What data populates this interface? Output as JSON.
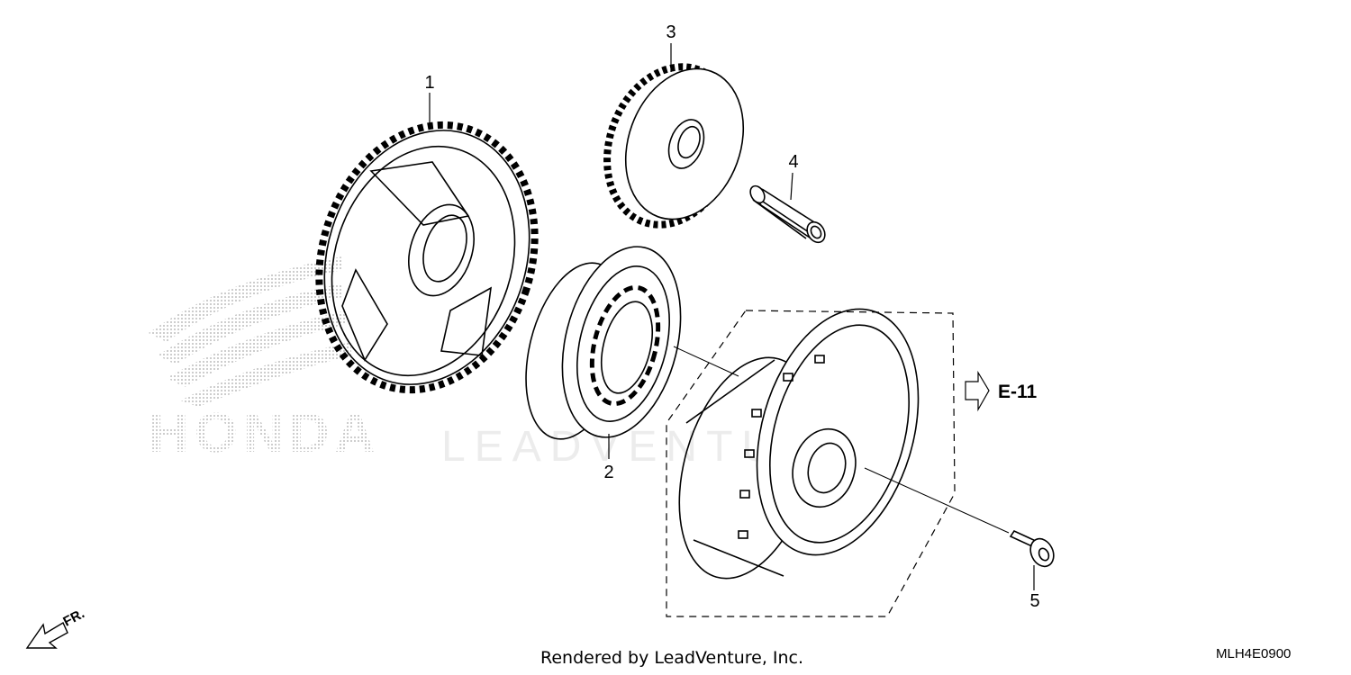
{
  "diagram": {
    "watermark_brand": "HONDA",
    "watermark_vendor": "LEADVENTURE",
    "callouts": [
      {
        "id": "1"
      },
      {
        "id": "2"
      },
      {
        "id": "3"
      },
      {
        "id": "4"
      },
      {
        "id": "5"
      }
    ],
    "reference_label": "E-11",
    "front_label": "FR.",
    "footer_text": "Rendered by LeadVenture, Inc.",
    "diagram_code": "MLH4E0900"
  },
  "colors": {
    "line": "#000000",
    "watermark": "#c8c8c8"
  }
}
